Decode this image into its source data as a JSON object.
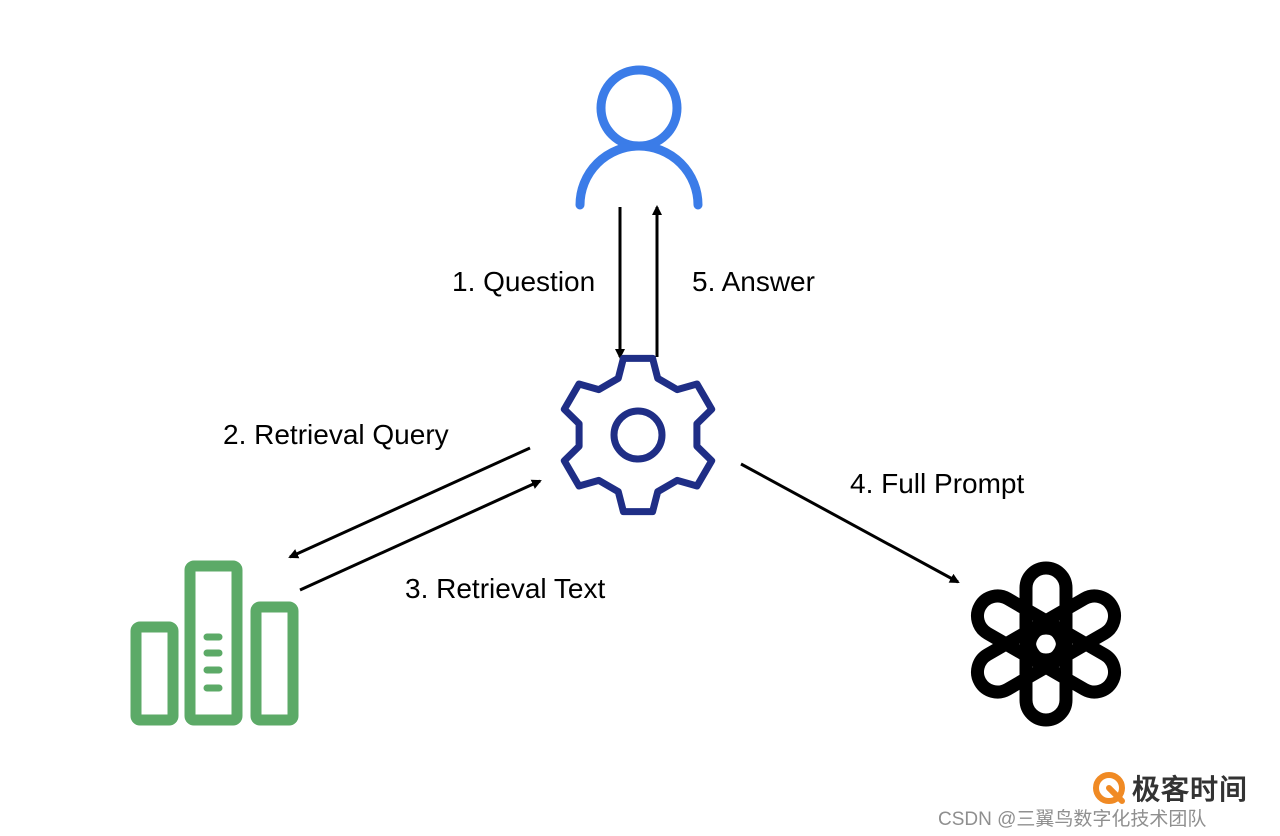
{
  "diagram": {
    "steps": {
      "question": "1. Question",
      "retrieval_query": "2. Retrieval Query",
      "retrieval_text": "3. Retrieval Text",
      "full_prompt": "4. Full Prompt",
      "answer": "5. Answer"
    },
    "nodes": {
      "user": {
        "icon": "user-icon",
        "color": "#3B7CE8"
      },
      "orchestrator": {
        "icon": "gear-icon",
        "color": "#1F2E86"
      },
      "database": {
        "icon": "database-icon",
        "color": "#5CAA67"
      },
      "llm": {
        "icon": "openai-logo-icon",
        "color": "#000000"
      }
    }
  },
  "brand": {
    "logo_text": "极客时间"
  },
  "watermark": {
    "text": "CSDN @三翼鸟数字化技术团队"
  }
}
